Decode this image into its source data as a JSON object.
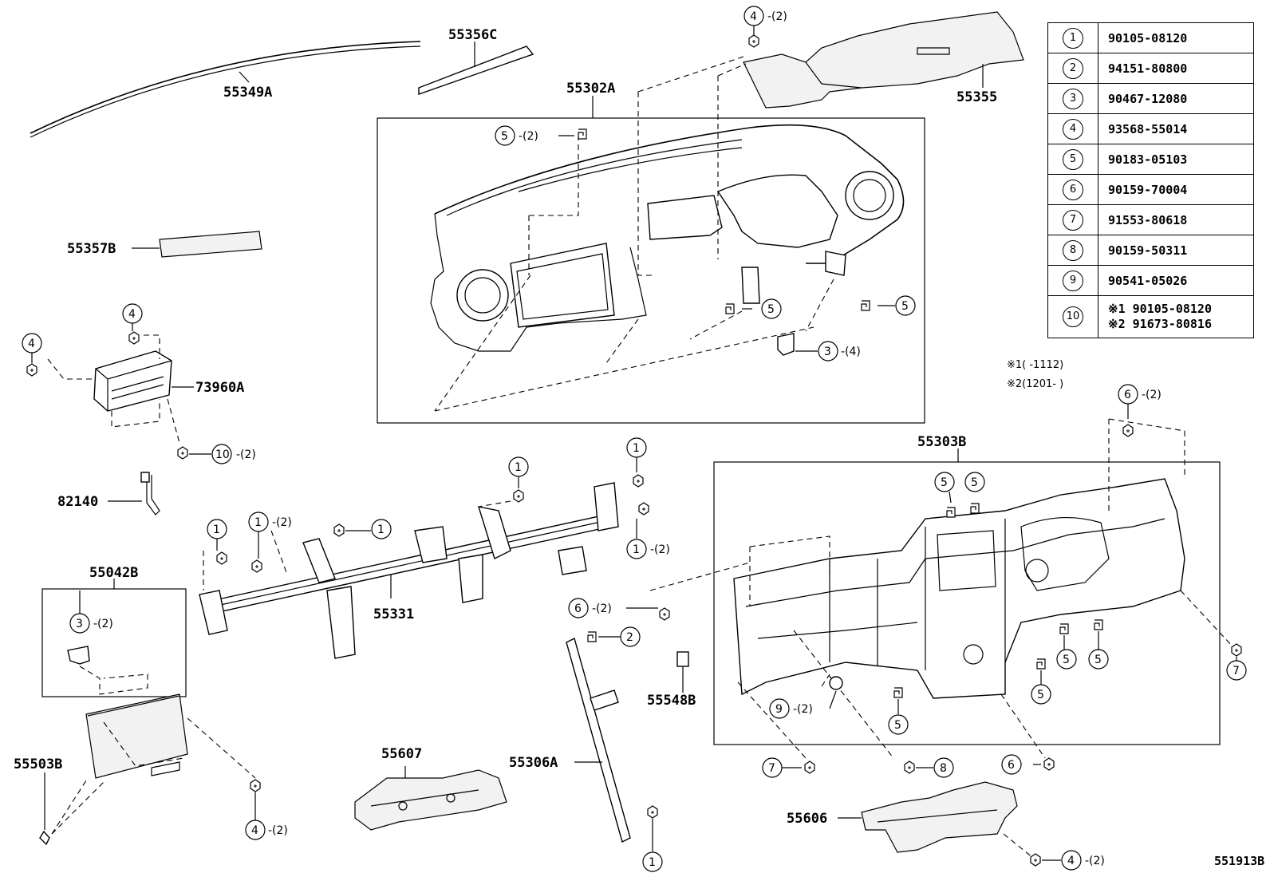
{
  "figure_code": "551913B",
  "parts_table": [
    {
      "ref": "1",
      "part_no": "90105-08120"
    },
    {
      "ref": "2",
      "part_no": "94151-80800"
    },
    {
      "ref": "3",
      "part_no": "90467-12080"
    },
    {
      "ref": "4",
      "part_no": "93568-55014"
    },
    {
      "ref": "5",
      "part_no": "90183-05103"
    },
    {
      "ref": "6",
      "part_no": "90159-70004"
    },
    {
      "ref": "7",
      "part_no": "91553-80618"
    },
    {
      "ref": "8",
      "part_no": "90159-50311"
    },
    {
      "ref": "9",
      "part_no": "90541-05026"
    },
    {
      "ref": "10",
      "part_no_1": "※1 90105-08120",
      "part_no_2": "※2 91673-80816"
    }
  ],
  "notes": {
    "note1": "※1(   -1112)",
    "note2": "※2(1201-   )"
  },
  "part_labels": {
    "p55349A": "55349A",
    "p55356C": "55356C",
    "p55302A": "55302A",
    "p55355": "55355",
    "p55357B": "55357B",
    "p73960A": "73960A",
    "p82140": "82140",
    "p55042B": "55042B",
    "p55503B": "55503B",
    "p55331": "55331",
    "p55607": "55607",
    "p55306A": "55306A",
    "p55548B": "55548B",
    "p55303B": "55303B",
    "p55606": "55606"
  },
  "callouts": {
    "c1": "1",
    "c2": "2",
    "c3": "3",
    "c4": "4",
    "c5": "5",
    "c6": "6",
    "c7": "7",
    "c8": "8",
    "c9": "9",
    "c10": "10"
  },
  "quantities": {
    "q2": "-(2)",
    "q4": "-(4)"
  }
}
